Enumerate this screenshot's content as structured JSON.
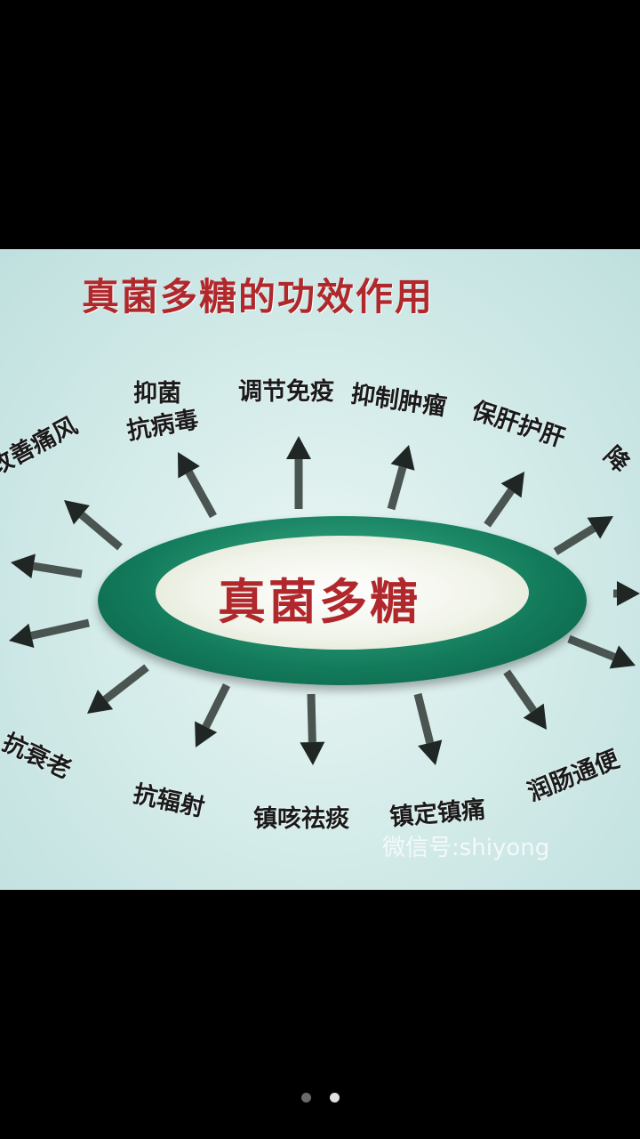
{
  "image": {
    "title": "真菌多糖的功效作用",
    "center": "真菌多糖",
    "labels": {
      "gout": "改善痛风",
      "antibacterial": "抑菌",
      "antiviral": "抗病毒",
      "immunity": "调节免疫",
      "tumor": "抑制肿瘤",
      "liver": "保肝护肝",
      "lower": "降",
      "antiaging": "抗衰老",
      "radiation": "抗辐射",
      "cough": "镇咳祛痰",
      "pain": "镇定镇痛",
      "bowel": "润肠通便"
    },
    "watermark": "微信号:shiyong",
    "colors": {
      "title": "#b0282c",
      "ring": "#127a5a"
    }
  },
  "pager": {
    "count": 2,
    "active": 2,
    "active_color": "#e0e0e0",
    "inactive_color": "#6a6a6a"
  }
}
